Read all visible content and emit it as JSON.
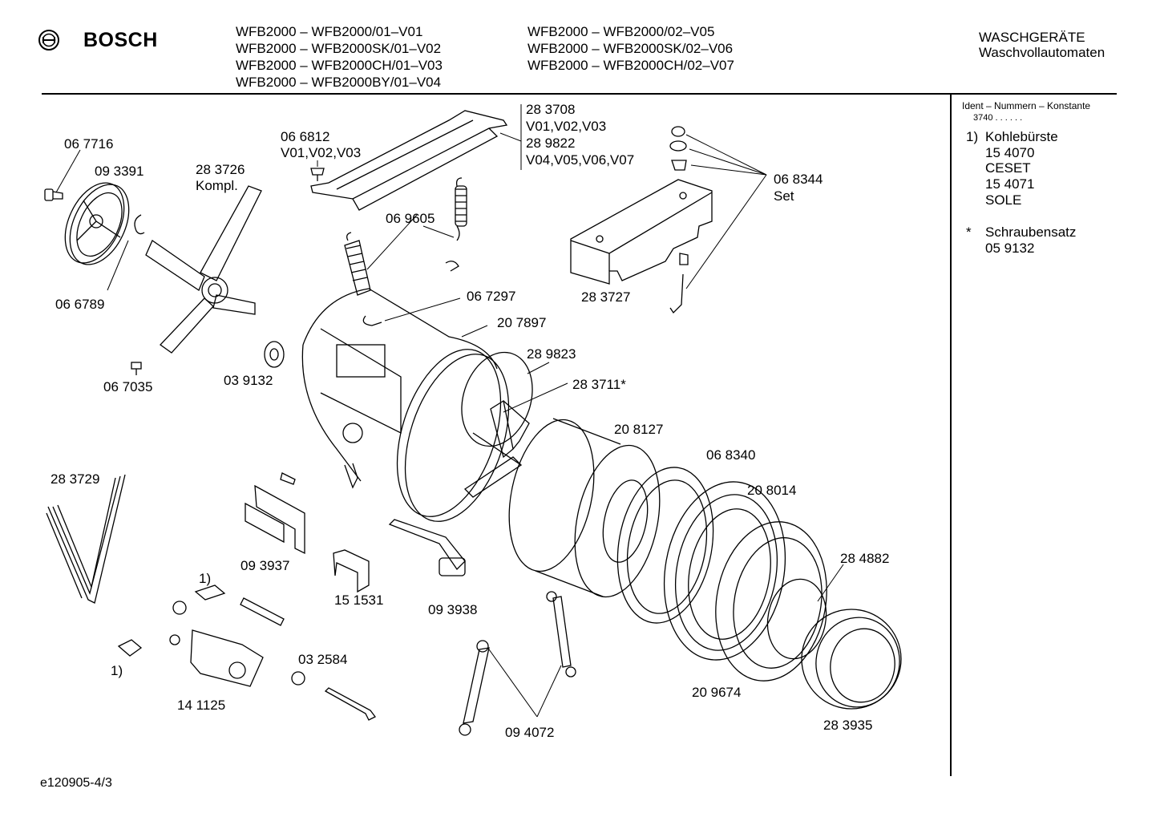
{
  "header": {
    "brand": "BOSCH",
    "models_left": [
      "WFB2000 – WFB2000/01–V01",
      "WFB2000 – WFB2000SK/01–V02",
      "WFB2000 – WFB2000CH/01–V03",
      "WFB2000 – WFB2000BY/01–V04"
    ],
    "models_right": [
      "WFB2000 – WFB2000/02–V05",
      "WFB2000 – WFB2000SK/02–V06",
      "WFB2000 – WFB2000CH/02–V07"
    ],
    "category": "WASCHGERÄTE",
    "subcategory": "Waschvollautomaten"
  },
  "sidebar": {
    "ident_title": "Ident – Nummern – Konstante",
    "ident_value": "3740  .  .  .  .  .  .",
    "note1_marker": "1)",
    "note1_lines": [
      "Kohlebürste",
      "15 4070",
      "CESET",
      "15 4071",
      "SOLE"
    ],
    "note2_marker": "*",
    "note2_lines": [
      "Schraubensatz",
      "05 9132"
    ]
  },
  "parts": {
    "p067716": "06 7716",
    "p093391": "09 3391",
    "p283726": "28 3726",
    "kompl": "Kompl.",
    "p066812": "06 6812",
    "v01v03": "V01,V02,V03",
    "p283708": "28 3708",
    "v01v03b": "V01,V02,V03",
    "p289822": "28 9822",
    "v04v07": "V04,V05,V06,V07",
    "p068344": "06 8344",
    "set": "Set",
    "p069605": "06 9605",
    "p066789": "06 6789",
    "p067297": "06 7297",
    "p283727": "28 3727",
    "p207897": "20 7897",
    "p289823": "28 9823",
    "p283711": "28 3711*",
    "p067035": "06 7035",
    "p039132": "03 9132",
    "p208127": "20 8127",
    "p068340": "06 8340",
    "p208014": "20 8014",
    "p283729": "28 3729",
    "p093937": "09 3937",
    "fn1a": "1)",
    "p151531": "15 1531",
    "p093938": "09 3938",
    "p284882": "28 4882",
    "fn1b": "1)",
    "p032584": "03 2584",
    "p141125": "14 1125",
    "p209674": "20 9674",
    "p094072": "09 4072",
    "p283935": "28 3935"
  },
  "footer": {
    "code": "e120905-4/3"
  }
}
